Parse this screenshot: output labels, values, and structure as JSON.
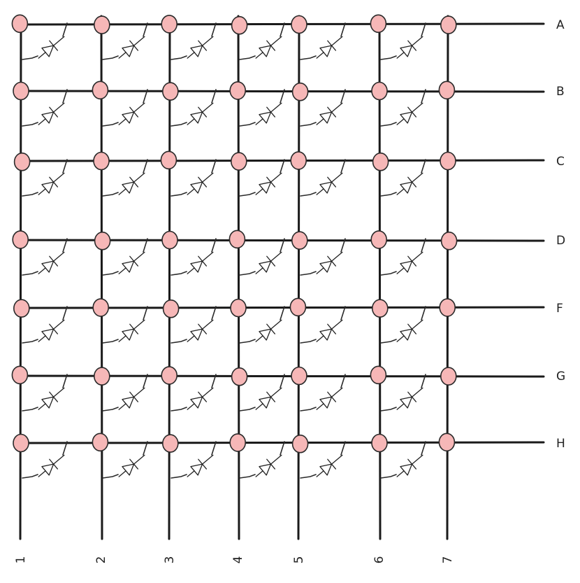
{
  "diagram": {
    "row_labels": [
      "A",
      "B",
      "C",
      "D",
      "F",
      "G",
      "H"
    ],
    "column_labels": [
      "1",
      "2",
      "3",
      "4",
      "5",
      "6",
      "7"
    ],
    "cell_component": "diode",
    "colors": {
      "node_fill": "#f6b7b7",
      "wire": "#1a1a1a",
      "background": "#ffffff"
    }
  }
}
